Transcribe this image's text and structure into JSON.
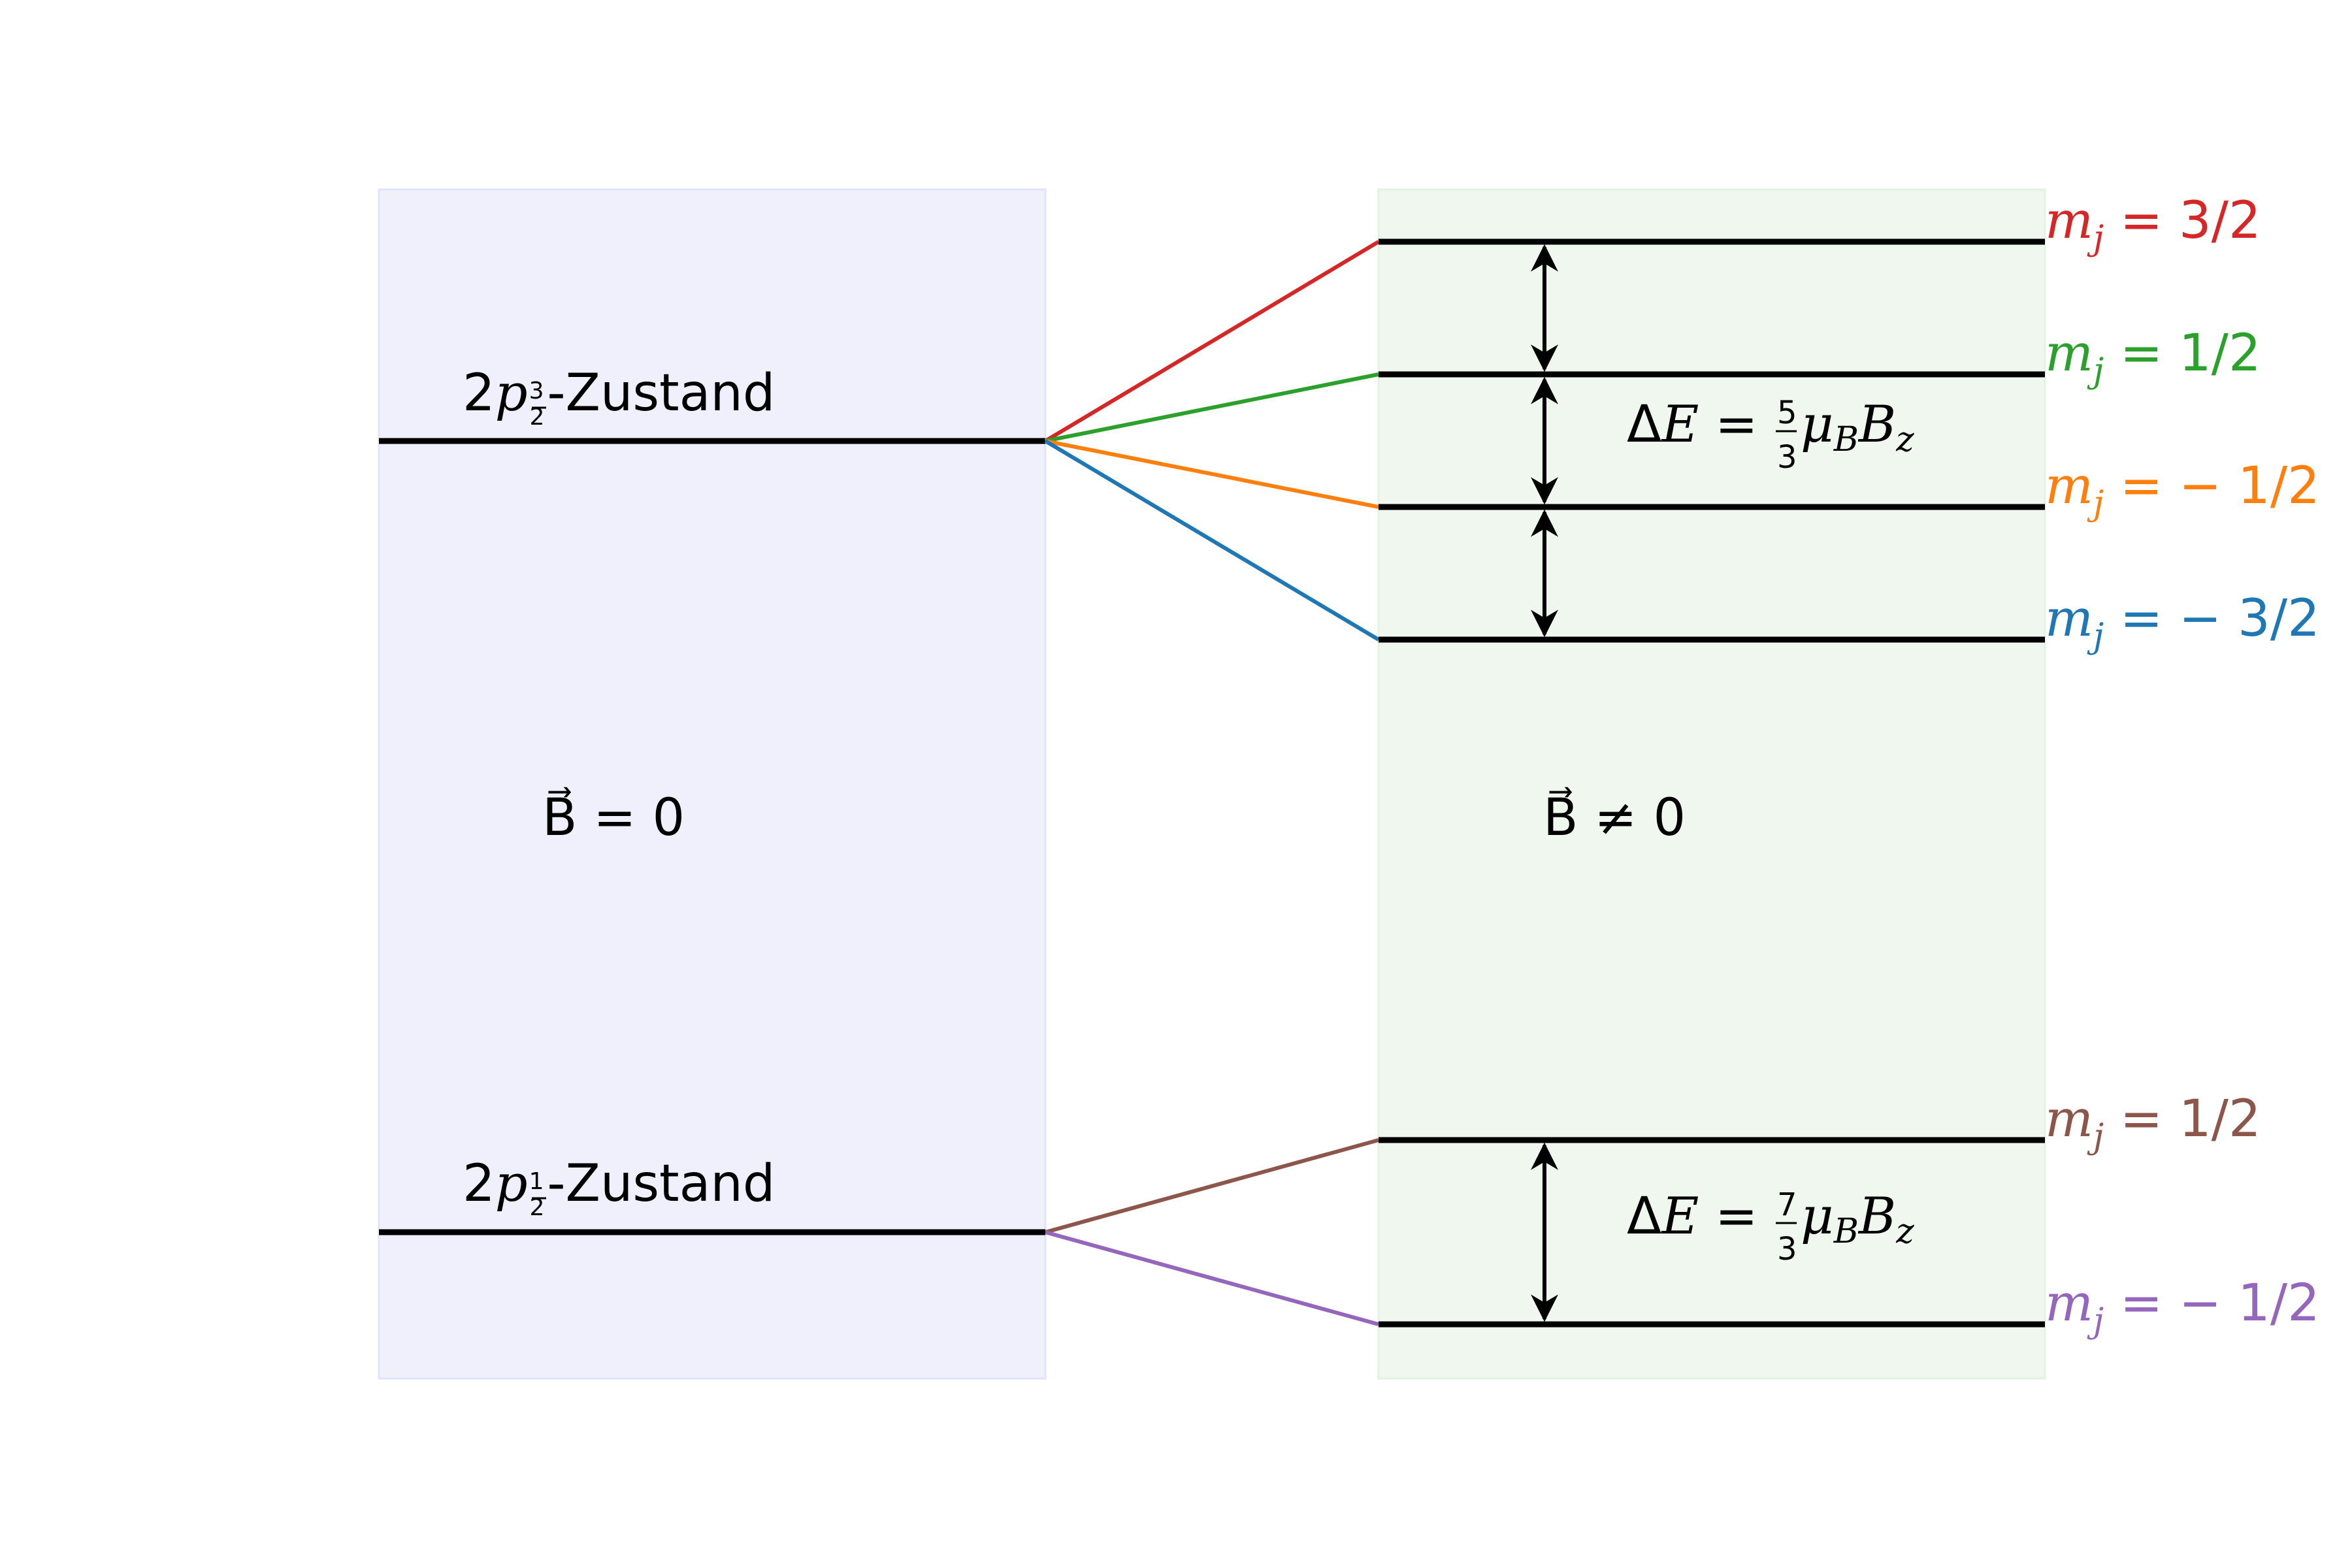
{
  "panels": {
    "left_label": "B⃗ = 0",
    "right_label": "B⃗ ≠ 0",
    "left_color": "#f0f0fc",
    "left_border": "#e4e4f8",
    "right_color": "#eff7ef",
    "right_border": "#e4f2e4"
  },
  "states": [
    {
      "id": "p32",
      "prefix": "2p",
      "subscript_num": "3",
      "subscript_den": "2",
      "suffix": "-Zustand",
      "sublevels": [
        {
          "label_var": "m",
          "label_sub": "j",
          "label_rest": " = 3/2",
          "color": "#d62728"
        },
        {
          "label_var": "m",
          "label_sub": "j",
          "label_rest": " = 1/2",
          "color": "#2ca02c"
        },
        {
          "label_var": "m",
          "label_sub": "j",
          "label_rest": " = − 1/2",
          "color": "#ff7f0e"
        },
        {
          "label_var": "m",
          "label_sub": "j",
          "label_rest": " = − 3/2",
          "color": "#1f77b4"
        }
      ],
      "splitting": {
        "prefix": "ΔE = ",
        "num": "5",
        "den": "3",
        "mu": "μ",
        "mu_sub": "B",
        "b": "B",
        "b_sub": "z"
      }
    },
    {
      "id": "p12",
      "prefix": "2p",
      "subscript_num": "1",
      "subscript_den": "2",
      "suffix": "-Zustand",
      "sublevels": [
        {
          "label_var": "m",
          "label_sub": "j",
          "label_rest": " = 1/2",
          "color": "#8c564b"
        },
        {
          "label_var": "m",
          "label_sub": "j",
          "label_rest": " = − 1/2",
          "color": "#9467bd"
        }
      ],
      "splitting": {
        "prefix": "ΔE = ",
        "num": "7",
        "den": "3",
        "mu": "μ",
        "mu_sub": "B",
        "b": "B",
        "b_sub": "z"
      }
    }
  ]
}
